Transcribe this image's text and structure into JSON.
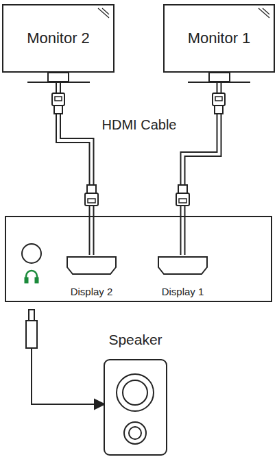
{
  "diagram": {
    "nodes": [
      {
        "text": [
          "Monitor 2"
        ]
      },
      {
        "text": [
          "Monitor 1"
        ]
      },
      {
        "text": [
          "Display 2"
        ]
      },
      {
        "text": [
          "Display 1"
        ]
      },
      {
        "text": [
          "Speaker"
        ]
      }
    ],
    "edges": [
      {
        "from": 0,
        "to": 2,
        "arrow": "none"
      },
      {
        "from": 1,
        "to": 3,
        "arrow": "none"
      }
    ],
    "labels": [
      "HDMI Cable"
    ]
  }
}
